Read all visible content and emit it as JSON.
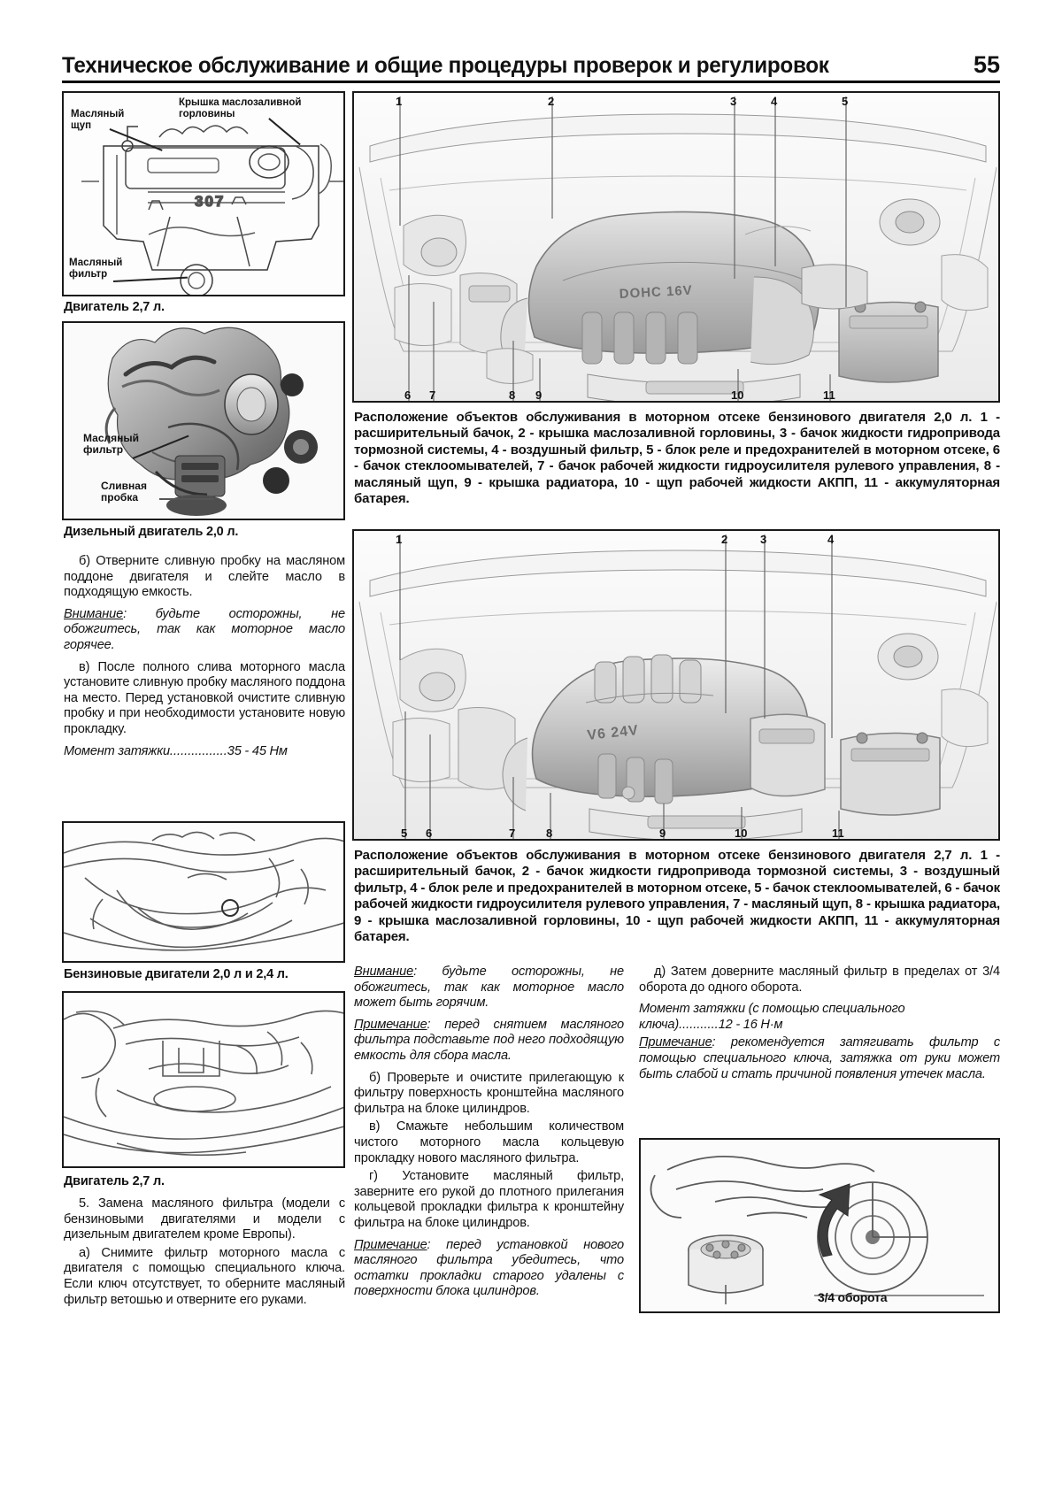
{
  "header": {
    "title": "Техническое обслуживание и общие процедуры проверок и регулировок",
    "page_number": "55"
  },
  "figures": {
    "engine_27_top": {
      "caption": "Двигатель 2,7 л.",
      "labels": {
        "dipstick": "Масляный\nщуп",
        "filler_cap": "Крышка маслозаливной\nгорловины",
        "oil_filter": "Масляный\nфильтр"
      }
    },
    "diesel_20": {
      "caption": "Дизельный двигатель 2,0 л.",
      "labels": {
        "oil_filter": "Масляный\nфильтр",
        "drain_plug": "Сливная\nпробка"
      }
    },
    "petrol_20_24": {
      "caption": "Бензиновые двигатели 2,0 л и 2,4 л."
    },
    "engine_27_bottom": {
      "caption": "Двигатель 2,7 л."
    },
    "filter_turn": {
      "caption": "3/4 оборота"
    },
    "bay_20": {
      "numbers_top": [
        "1",
        "2",
        "3",
        "4",
        "5"
      ],
      "numbers_bottom": [
        "6",
        "7",
        "8",
        "9",
        "10",
        "11"
      ],
      "engine_marking": "DOHC 16V",
      "caption": "Расположение объектов обслуживания в моторном отсеке бензинового двигателя 2,0 л. 1 - расширительный бачок, 2 - крышка маслозаливной горловины, 3 - бачок жидкости гидропривода тормозной системы, 4 - воздушный фильтр, 5 - блок реле и предохранителей в моторном отсеке, 6 - бачок стеклоомывателей, 7 - бачок рабочей жидкости гидроусилителя рулевого управления, 8 - масляный щуп, 9 - крышка радиатора, 10 - щуп рабочей жидкости АКПП, 11 - аккумуляторная батарея."
    },
    "bay_27": {
      "numbers_top": [
        "1",
        "2",
        "3",
        "4"
      ],
      "numbers_bottom": [
        "5",
        "6",
        "7",
        "8",
        "9",
        "10",
        "11"
      ],
      "engine_marking": "V6 24V",
      "caption": "Расположение объектов обслуживания в моторном отсеке бензинового двигателя 2,7 л. 1 - расширительный бачок, 2 - бачок жидкости гидропривода тормозной системы, 3 - воздушный фильтр, 4 - блок реле и предохранителей в моторном отсеке, 5 - бачок стеклоомывателей, 6 - бачок рабочей жидкости гидроусилителя рулевого управления, 7 - масляный щуп, 8 - крышка радиатора, 9 - крышка маслозаливной горловины, 10 - щуп рабочей жидкости АКПП, 11 - аккумуляторная батарея."
    }
  },
  "text": {
    "left_col": {
      "step_b": "б) Отверните сливную пробку на масляном поддоне двигателя и слейте масло в подходящую емкость.",
      "warning_label": "Внимание",
      "warning_body": ": будьте осторожны, не обожгитесь, так как моторное масло горячее.",
      "step_v": "в) После полного слива моторного масла установите сливную пробку масляного поддона на место. Перед установкой очистите сливную пробку и при необходимости установите новую прокладку.",
      "torque_label": "Момент затяжки",
      "torque_dots": "................",
      "torque_value": "35 - 45 Нм"
    },
    "bottom_left": {
      "heading": "5. Замена масляного фильтра (модели с бензиновыми двигателями и модели с дизельным двигателем кроме Европы).",
      "step_a": "а) Снимите фильтр моторного масла с двигателя с помощью специального ключа. Если ключ отсутствует, то оберните масляный фильтр ветошью и отверните его руками."
    },
    "bottom_mid": {
      "warning_label": "Внимание",
      "warning_body": ": будьте осторожны, не обожгитесь, так как моторное масло может быть горячим.",
      "note_label": "Примечание",
      "note_body": ": перед снятием масляного фильтра подставьте под него подходящую емкость для сбора масла.",
      "step_b": "б) Проверьте и очистите прилегающую к фильтру поверхность кронштейна масляного фильтра на блоке цилиндров.",
      "step_v": "в) Смажьте небольшим количеством чистого моторного масла кольцевую прокладку нового масляного фильтра.",
      "step_g": "г) Установите масляный фильтр, заверните его рукой до плотного прилегания кольцевой прокладки фильтра к кронштейну фильтра на блоке цилиндров.",
      "note2_label": "Примечание",
      "note2_body": ": перед установкой нового масляного фильтра убедитесь, что остатки прокладки старого удалены с поверхности блока цилиндров."
    },
    "bottom_right": {
      "step_d": "д) Затем доверните масляный фильтр в пределах от 3/4 оборота до одного оборота.",
      "torque_label": "Момент затяжки (с помощью специального ключа)",
      "torque_dots": "...........",
      "torque_value": "12 - 16 Н·м",
      "note_label": "Примечание",
      "note_body": ": рекомендуется затягивать фильтр с помощью специального ключа, затяжка от руки может быть слабой и стать причиной появления утечек масла."
    }
  },
  "colors": {
    "ink": "#111111",
    "frame": "#1a1a1a",
    "drawing": "#6f6f6f",
    "shade": "#c9c9c9"
  }
}
